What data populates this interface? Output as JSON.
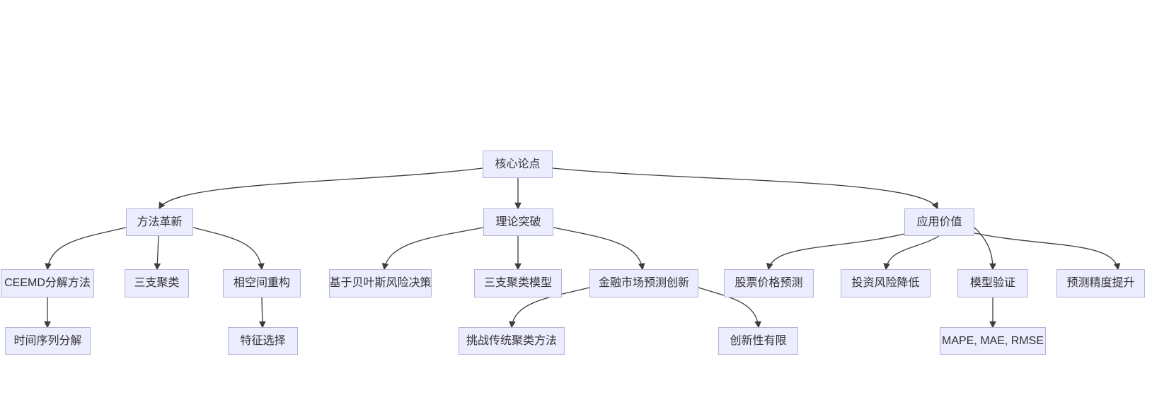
{
  "diagram": {
    "type": "flowchart-top-down",
    "colors": {
      "background": "#ffffff",
      "node_fill": "#ECECFF",
      "node_border": "#b3b3d8",
      "node_text": "#333333",
      "edge": "#3d3d3d"
    },
    "nodes": [
      {
        "id": "core",
        "label": "核心论点"
      },
      {
        "id": "method",
        "label": "方法革新"
      },
      {
        "id": "theory",
        "label": "理论突破"
      },
      {
        "id": "application",
        "label": "应用价值"
      },
      {
        "id": "ceemd",
        "label": "CEEMD分解方法"
      },
      {
        "id": "threeway",
        "label": "三支聚类"
      },
      {
        "id": "phasespace",
        "label": "相空间重构"
      },
      {
        "id": "bayes",
        "label": "基于贝叶斯风险决策"
      },
      {
        "id": "twcmodel",
        "label": "三支聚类模型"
      },
      {
        "id": "fininnov",
        "label": "金融市场预测创新"
      },
      {
        "id": "stockpred",
        "label": "股票价格预测"
      },
      {
        "id": "riskreduce",
        "label": "投资风险降低"
      },
      {
        "id": "modelvalid",
        "label": "模型验证"
      },
      {
        "id": "accuracy",
        "label": "预测精度提升"
      },
      {
        "id": "tsdecomp",
        "label": "时间序列分解"
      },
      {
        "id": "featuresel",
        "label": "特征选择"
      },
      {
        "id": "challenge",
        "label": "挑战传统聚类方法"
      },
      {
        "id": "limited",
        "label": "创新性有限"
      },
      {
        "id": "metrics",
        "label": "MAPE, MAE, RMSE"
      }
    ],
    "edges": [
      {
        "from": "core",
        "to": "method"
      },
      {
        "from": "core",
        "to": "theory"
      },
      {
        "from": "core",
        "to": "application"
      },
      {
        "from": "method",
        "to": "ceemd"
      },
      {
        "from": "method",
        "to": "threeway"
      },
      {
        "from": "method",
        "to": "phasespace"
      },
      {
        "from": "theory",
        "to": "bayes"
      },
      {
        "from": "theory",
        "to": "twcmodel"
      },
      {
        "from": "theory",
        "to": "fininnov"
      },
      {
        "from": "fininnov",
        "to": "challenge"
      },
      {
        "from": "fininnov",
        "to": "limited"
      },
      {
        "from": "application",
        "to": "stockpred"
      },
      {
        "from": "application",
        "to": "riskreduce"
      },
      {
        "from": "application",
        "to": "modelvalid"
      },
      {
        "from": "application",
        "to": "accuracy"
      },
      {
        "from": "ceemd",
        "to": "tsdecomp"
      },
      {
        "from": "phasespace",
        "to": "featuresel"
      },
      {
        "from": "modelvalid",
        "to": "metrics"
      }
    ]
  }
}
